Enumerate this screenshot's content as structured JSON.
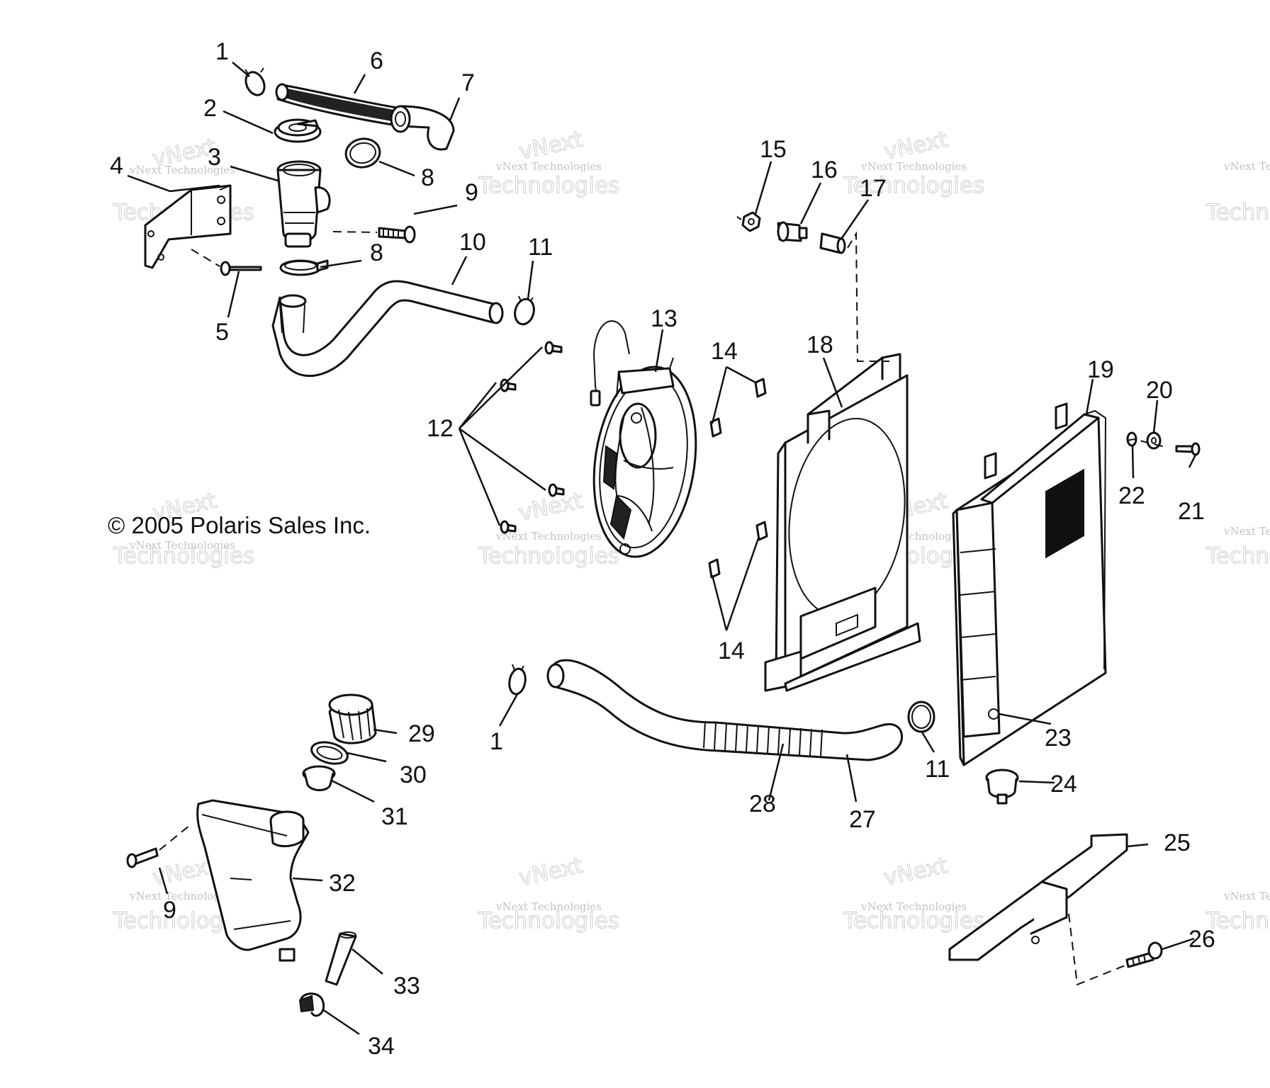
{
  "copyright": "© 2005 Polaris Sales Inc.",
  "watermark": {
    "small": "vNext Technologies",
    "big": "Technologies",
    "mark": "vNext"
  },
  "callouts": [
    "1",
    "2",
    "3",
    "4",
    "5",
    "6",
    "7",
    "8",
    "9",
    "8",
    "10",
    "11",
    "12",
    "13",
    "14",
    "14",
    "15",
    "16",
    "17",
    "18",
    "19",
    "20",
    "21",
    "22",
    "23",
    "24",
    "25",
    "26",
    "27",
    "28",
    "1",
    "11",
    "29",
    "30",
    "31",
    "32",
    "9",
    "33",
    "34"
  ]
}
